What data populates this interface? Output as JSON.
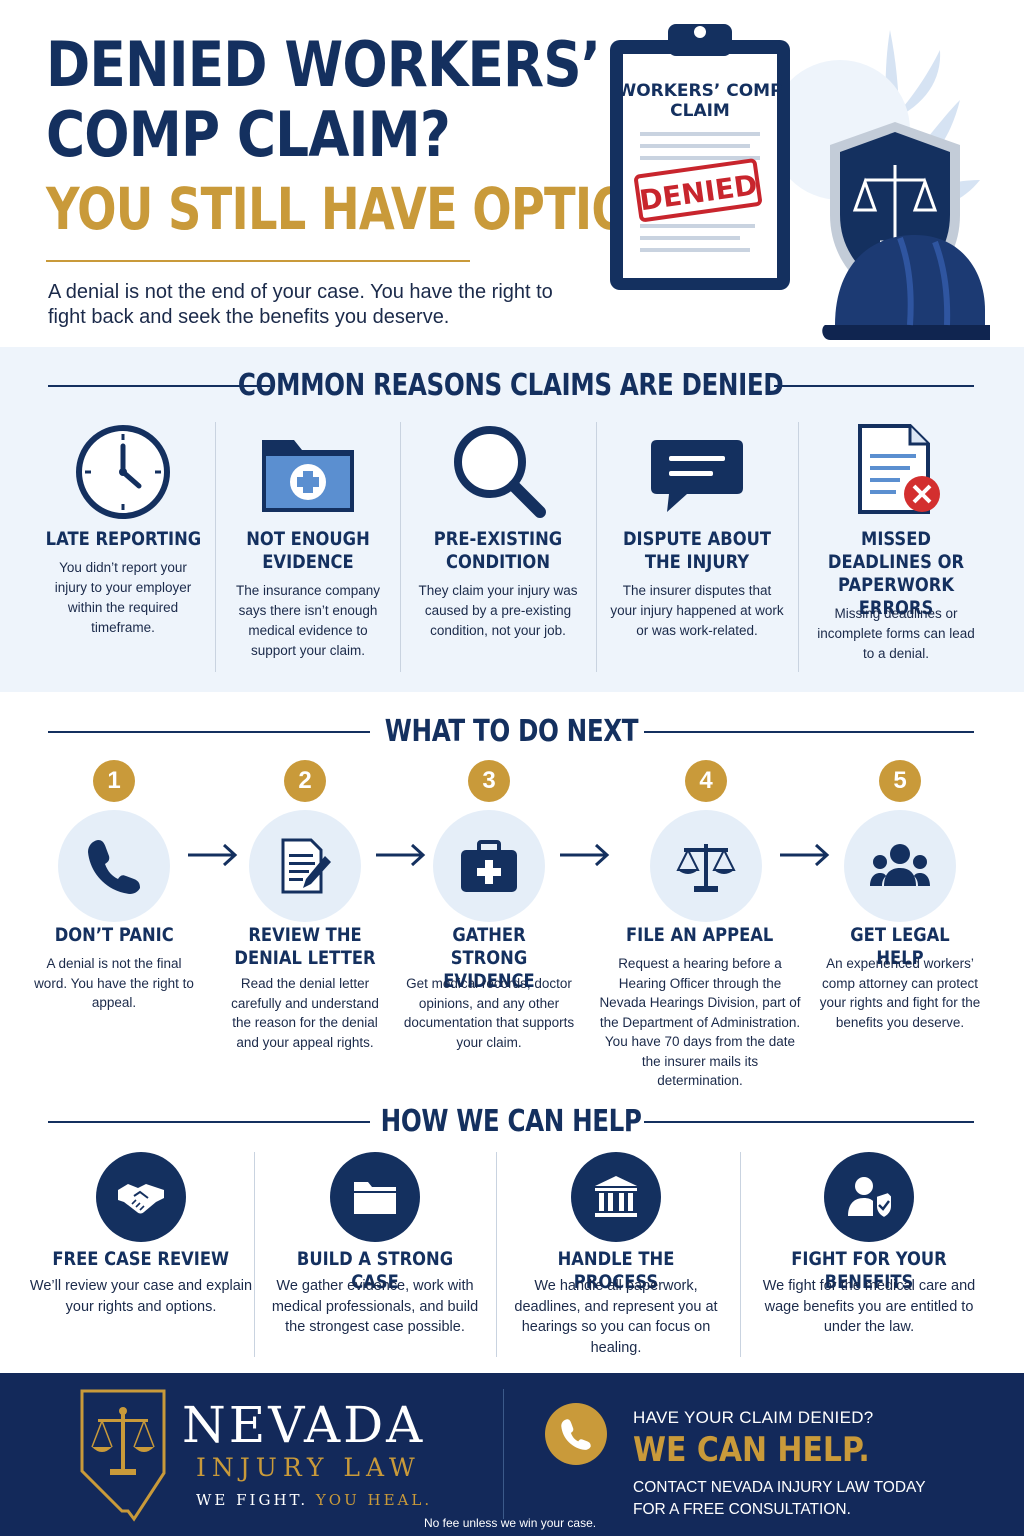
{
  "hero": {
    "title_line1": "DENIED WORKERS’",
    "title_line2": "COMP CLAIM?",
    "subtitle": "YOU STILL HAVE OPTIONS.",
    "intro": "A denial is not the end of your case. You have the right to fight back and seek the benefits you deserve.",
    "clipboard_title_line1": "WORKERS’ COMP",
    "clipboard_title_line2": "CLAIM",
    "stamp": "DENIED"
  },
  "reasons_section": {
    "heading": "COMMON REASONS CLAIMS ARE DENIED",
    "items": [
      {
        "title": "LATE REPORTING",
        "text": "You didn’t report your injury to your employer within the required timeframe.",
        "icon": "clock-icon"
      },
      {
        "title": "NOT ENOUGH EVIDENCE",
        "text": "The insurance company says there isn’t enough medical evidence to support your claim.",
        "icon": "medical-folder-icon"
      },
      {
        "title": "PRE-EXISTING CONDITION",
        "text": "They claim your injury was caused by a pre-existing condition, not your job.",
        "icon": "magnifier-icon"
      },
      {
        "title": "DISPUTE ABOUT THE INJURY",
        "text": "The insurer disputes that your injury happened at work or was work-related.",
        "icon": "chat-bubble-icon"
      },
      {
        "title": "MISSED DEADLINES OR PAPERWORK ERRORS",
        "text": "Missing deadlines or incomplete forms can lead to a denial.",
        "icon": "document-error-icon"
      }
    ]
  },
  "steps_section": {
    "heading": "WHAT TO DO NEXT",
    "items": [
      {
        "num": "1",
        "title": "DON’T PANIC",
        "text": "A denial is not the final word. You have the right to appeal.",
        "icon": "phone-icon"
      },
      {
        "num": "2",
        "title": "REVIEW THE DENIAL LETTER",
        "text": "Read the denial letter carefully and understand the reason for the denial and your appeal rights.",
        "icon": "letter-pen-icon"
      },
      {
        "num": "3",
        "title": "GATHER STRONG EVIDENCE",
        "text": "Get medical records, doctor opinions, and any other documentation that supports your claim.",
        "icon": "medical-kit-icon"
      },
      {
        "num": "4",
        "title": "FILE AN APPEAL",
        "text": "Request a hearing before a Hearing Officer through the Nevada Hearings Division, part of the Department of Administration. You have 70 days from the date the insurer mails its determination.",
        "icon": "scales-icon"
      },
      {
        "num": "5",
        "title": "GET LEGAL HELP",
        "text": "An experienced workers’ comp attorney can protect your rights and fight for the benefits you deserve.",
        "icon": "people-icon"
      }
    ]
  },
  "help_section": {
    "heading": "HOW WE CAN HELP",
    "items": [
      {
        "title": "FREE CASE REVIEW",
        "text": "We’ll review your case and explain your rights and options.",
        "icon": "handshake-icon"
      },
      {
        "title": "BUILD A STRONG CASE",
        "text": "We gather evidence, work with medical professionals, and build the strongest case possible.",
        "icon": "folder-icon"
      },
      {
        "title": "HANDLE THE PROCESS",
        "text": "We handle all paperwork, deadlines, and represent you at hearings so you can focus on healing.",
        "icon": "courthouse-icon"
      },
      {
        "title": "FIGHT FOR YOUR BENEFITS",
        "text": "We fight for the medical care and wage benefits you are entitled to under the law.",
        "icon": "person-shield-icon"
      }
    ]
  },
  "footer": {
    "brand_name": "NEVADA",
    "brand_sub": "INJURY LAW",
    "tagline_a": "WE FIGHT.",
    "tagline_b": "YOU HEAL.",
    "question": "HAVE YOUR CLAIM DENIED?",
    "cta": "WE CAN HELP.",
    "contact_line1": "CONTACT NEVADA INJURY LAW TODAY",
    "contact_line2": "FOR A FREE CONSULTATION.",
    "fee_note": "No fee unless we win your case."
  },
  "colors": {
    "navy": "#14305f",
    "gold": "#c99a3a",
    "band": "#eef4fb",
    "stamp_red": "#c8252d"
  }
}
